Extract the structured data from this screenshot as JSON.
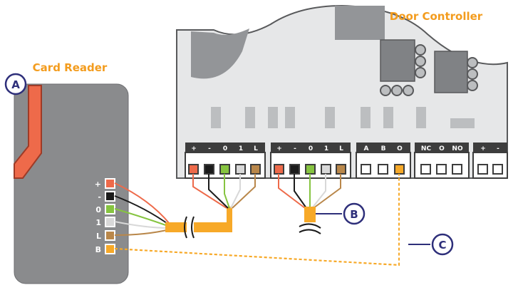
{
  "controller": {
    "title": "Door Controller",
    "groups": [
      {
        "labels": [
          "+",
          "-",
          "0",
          "1",
          "L"
        ]
      },
      {
        "labels": [
          "+",
          "-",
          "0",
          "1",
          "L"
        ]
      },
      {
        "labels": [
          "A",
          "B",
          "O"
        ]
      },
      {
        "labels": [
          "NC",
          "O",
          "NO"
        ]
      },
      {
        "labels": [
          "+",
          "-"
        ]
      }
    ]
  },
  "reader": {
    "title": "Card Reader",
    "badge": "A",
    "pins": [
      "+",
      "-",
      "0",
      "1",
      "L",
      "B"
    ]
  },
  "callouts": {
    "b": "B",
    "c": "C"
  },
  "colors": {
    "accent_orange": "#f7a928",
    "title_orange": "#f39c1e",
    "wire_red": "#ee6a4a",
    "wire_black": "#1b1b1b",
    "wire_green": "#86c440",
    "wire_white": "#d8d8d8",
    "wire_brown": "#b9874a",
    "board_gray": "#e6e7e8",
    "terminal_dark": "#3d3d3d",
    "reader_body": "#8a8b8d",
    "callout_blue": "#2e2f7a"
  }
}
